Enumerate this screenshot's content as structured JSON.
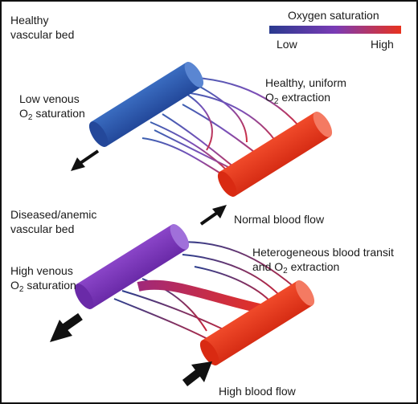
{
  "legend": {
    "title": "Oxygen saturation",
    "low": "Low",
    "high": "High",
    "gradient_from": "#2a3a8f",
    "gradient_mid": "#7a3bb5",
    "gradient_to": "#e8321e"
  },
  "top_panel": {
    "section_label_1": "Healthy",
    "section_label_2": "vascular bed",
    "venous_label_1": "Low venous",
    "venous_label_2a": "O",
    "venous_label_2sub": "2",
    "venous_label_2b": " saturation",
    "extraction_label_1": "Healthy, uniform",
    "extraction_label_2a": "O",
    "extraction_label_2sub": "2",
    "extraction_label_2b": " extraction",
    "flow_label": "Normal blood flow",
    "vein_color": "#2d5aa8",
    "artery_color": "#e8391f"
  },
  "bottom_panel": {
    "section_label_1": "Diseased/anemic",
    "section_label_2": "vascular bed",
    "venous_label_1": "High venous",
    "venous_label_2a": "O",
    "venous_label_2sub": "2",
    "venous_label_2b": " saturation",
    "extraction_label_1": "Heterogeneous blood transit",
    "extraction_label_2a": "and O",
    "extraction_label_2sub": "2",
    "extraction_label_2b": " extraction",
    "flow_label": "High blood flow",
    "vein_color": "#7b34b8",
    "artery_color": "#ea3a20"
  }
}
